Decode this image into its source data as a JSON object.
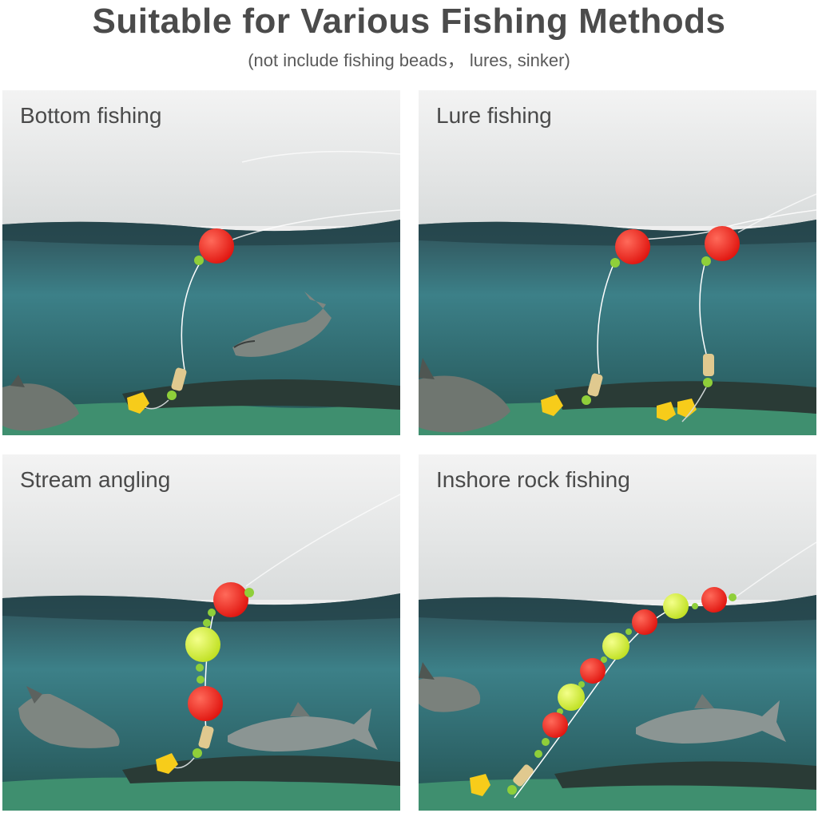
{
  "header": {
    "title": "Suitable for Various Fishing Methods",
    "subtitle": "(not include fishing beads， lures, sinker)"
  },
  "panels": [
    {
      "label": "Bottom fishing"
    },
    {
      "label": "Lure fishing"
    },
    {
      "label": "Stream angling"
    },
    {
      "label": "Inshore rock fishing"
    }
  ],
  "colors": {
    "title_text": "#4b4b4b",
    "float_red": "#f0201f",
    "float_yellow": "#d8f23a",
    "bead_green": "#8fcf3a",
    "corn_bait": "#f7cc1a",
    "water_teal": "#2e6f78",
    "seabed_green": "#3f8f6f"
  },
  "icons": [
    "red-float-icon",
    "yellow-float-icon",
    "green-bead-icon",
    "corn-bait-icon",
    "swivel-icon",
    "fish-icon",
    "trout-icon"
  ]
}
